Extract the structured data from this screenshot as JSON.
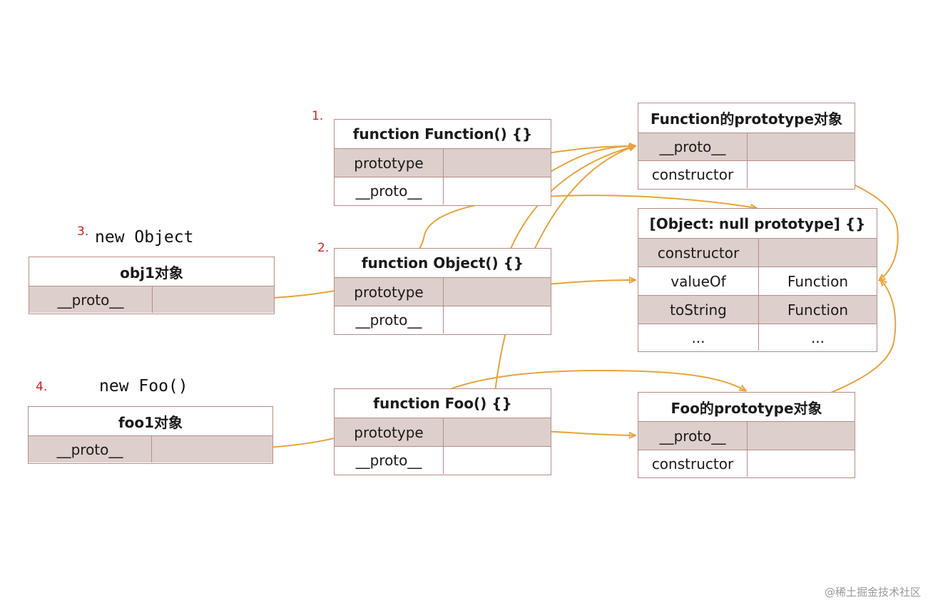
{
  "labels": {
    "n1": "1.",
    "n2": "2.",
    "n3": "3.",
    "n4": "4.",
    "new_object": "new Object",
    "new_foo": "new Foo()"
  },
  "function_function": {
    "title": "function Function() {}",
    "rows": [
      "prototype",
      "__proto__"
    ]
  },
  "function_object": {
    "title": "function Object() {}",
    "rows": [
      "prototype",
      "__proto__"
    ]
  },
  "function_foo": {
    "title": "function Foo() {}",
    "rows": [
      "prototype",
      "__proto__"
    ]
  },
  "obj1": {
    "title": "obj1对象",
    "rows": [
      "__proto__"
    ]
  },
  "foo1": {
    "title": "foo1对象",
    "rows": [
      "__proto__"
    ]
  },
  "function_prototype": {
    "title": "Function的prototype对象",
    "rows": [
      "__proto__",
      "constructor"
    ]
  },
  "object_prototype": {
    "title": "[Object: null prototype] {}",
    "rows": [
      {
        "key": "constructor",
        "value": ""
      },
      {
        "key": "valueOf",
        "value": "Function"
      },
      {
        "key": "toString",
        "value": "Function"
      },
      {
        "key": "...",
        "value": "..."
      }
    ]
  },
  "foo_prototype": {
    "title": "Foo的prototype对象",
    "rows": [
      "__proto__",
      "constructor"
    ]
  },
  "watermark": "@稀土掘金技术社区",
  "colors": {
    "arrow": "#e9a33c",
    "border": "#b88c88",
    "shaded": "#ddcfcb",
    "number": "#d21f1f"
  }
}
